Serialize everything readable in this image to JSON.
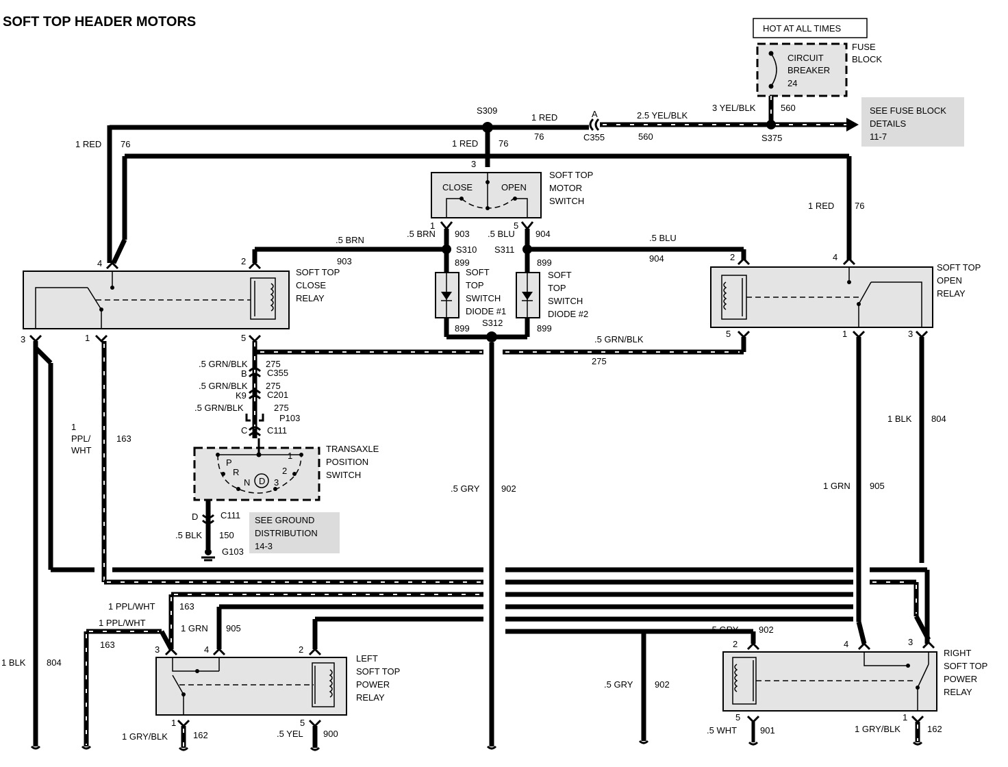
{
  "title": "SOFT TOP HEADER MOTORS",
  "hot_label": "HOT AT ALL TIMES",
  "fuse_block": {
    "line1": "FUSE",
    "line2": "BLOCK",
    "cb1": "CIRCUIT",
    "cb2": "BREAKER",
    "cb3": "24"
  },
  "fuse_note": {
    "line1": "SEE FUSE BLOCK",
    "line2": "DETAILS",
    "line3": "11-7"
  },
  "ground_note": {
    "line1": "SEE GROUND",
    "line2": "DISTRIBUTION",
    "line3": "14-3"
  },
  "splices": {
    "s309": "S309",
    "s375": "S375",
    "s310": "S310",
    "s311": "S311",
    "s312": "S312"
  },
  "connectors": {
    "c355": "C355",
    "c355_pin_a": "A",
    "c355_pin_b": "B",
    "c201": "C201",
    "c201_pin": "K9",
    "p103": "P103",
    "c111": "C111",
    "c111_pin_c": "C",
    "c111_pin_d": "D",
    "g103": "G103"
  },
  "components": {
    "motor_switch": {
      "l1": "SOFT TOP",
      "l2": "MOTOR",
      "l3": "SWITCH",
      "close": "CLOSE",
      "open": "OPEN"
    },
    "close_relay": {
      "l1": "SOFT TOP",
      "l2": "CLOSE",
      "l3": "RELAY"
    },
    "open_relay": {
      "l1": "SOFT TOP",
      "l2": "OPEN",
      "l3": "RELAY"
    },
    "diode1": {
      "l1": "SOFT",
      "l2": "TOP",
      "l3": "SWITCH",
      "l4": "DIODE #1"
    },
    "diode2": {
      "l1": "SOFT",
      "l2": "TOP",
      "l3": "SWITCH",
      "l4": "DIODE #2"
    },
    "transaxle": {
      "l1": "TRANSAXLE",
      "l2": "POSITION",
      "l3": "SWITCH",
      "p": "P",
      "r": "R",
      "n": "N",
      "d": "D",
      "g1": "1",
      "g2": "2",
      "g3": "3"
    },
    "left_power_relay": {
      "l1": "LEFT",
      "l2": "SOFT TOP",
      "l3": "POWER",
      "l4": "RELAY"
    },
    "right_power_relay": {
      "l1": "RIGHT",
      "l2": "SOFT TOP",
      "l3": "POWER",
      "l4": "RELAY"
    }
  },
  "wires": {
    "red1": "1 RED",
    "c76": "76",
    "yel_blk_25": "2.5 YEL/BLK",
    "yel_blk_3": "3 YEL/BLK",
    "c560": "560",
    "brn": ".5 BRN",
    "c903": "903",
    "blu": ".5 BLU",
    "c904": "904",
    "c899": "899",
    "grn_blk": ".5 GRN/BLK",
    "c275": "275",
    "ppl_wht_a": "1",
    "ppl_wht_b": "PPL/",
    "ppl_wht_c": "WHT",
    "ppl_wht": "1 PPL/WHT",
    "c163": "163",
    "blk1": "1 BLK",
    "c804": "804",
    "gry": ".5 GRY",
    "c902": "902",
    "grn1": "1 GRN",
    "c905": "905",
    "blk05": ".5 BLK",
    "c150": "150",
    "gry_blk": "1 GRY/BLK",
    "c162": "162",
    "yel05": ".5 YEL",
    "c900": "900",
    "wht05": ".5 WHT",
    "c901": "901"
  },
  "pins": {
    "p1": "1",
    "p2": "2",
    "p3": "3",
    "p4": "4",
    "p5": "5"
  }
}
